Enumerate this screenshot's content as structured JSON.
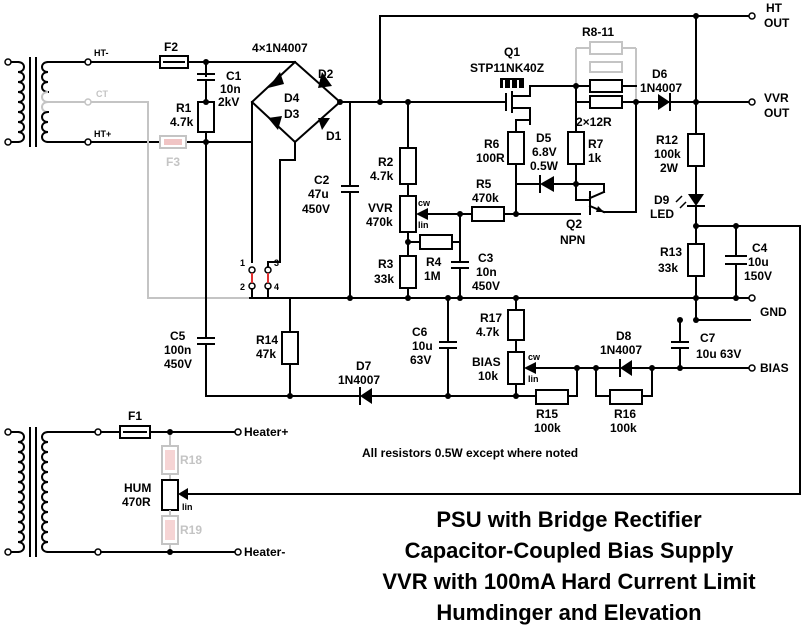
{
  "title_lines": [
    "PSU with Bridge Rectifier",
    "Capacitor-Coupled Bias Supply",
    "VVR with 100mA Hard Current Limit",
    "Humdinger and Elevation"
  ],
  "note": "All resistors 0.5W except where noted",
  "labels": {
    "ht_out": [
      "HT",
      "OUT"
    ],
    "vvr_out": [
      "VVR",
      "OUT"
    ],
    "gnd": "GND",
    "bias_out": "BIAS",
    "heater_plus": "Heater+",
    "heater_minus": "Heater-",
    "ht_minus": "HT-",
    "ht_plus": "HT+",
    "ct": "CT",
    "f2": "F2",
    "f3": "F3",
    "f1": "F1",
    "c1": [
      "C1",
      "10n",
      "2kV"
    ],
    "r1": [
      "R1",
      "4.7k"
    ],
    "bridge": "4×1N4007",
    "d1": "D1",
    "d2": "D2",
    "d3": "D3",
    "d4": "D4",
    "c2": [
      "C2",
      "47u",
      "450V"
    ],
    "r2": [
      "R2",
      "4.7k"
    ],
    "vvr_pot": [
      "VVR",
      "470k"
    ],
    "cw": "cw",
    "lin": "lin",
    "r3": [
      "R3",
      "33k"
    ],
    "r4": [
      "R4",
      "1M"
    ],
    "c3": [
      "C3",
      "10n",
      "450V"
    ],
    "r5": [
      "R5",
      "470k"
    ],
    "q1": [
      "Q1",
      "STP11NK40Z"
    ],
    "r6": [
      "R6",
      "100R"
    ],
    "d5": [
      "D5",
      "6.8V",
      "0.5W"
    ],
    "r7": [
      "R7",
      "1k"
    ],
    "q2": [
      "Q2",
      "NPN"
    ],
    "r8_11": "R8-11",
    "two_x_12r": "2×12R",
    "d6": [
      "D6",
      "1N4007"
    ],
    "r12": [
      "R12",
      "100k",
      "2W"
    ],
    "d9": [
      "D9",
      "LED"
    ],
    "r13": [
      "R13",
      "33k"
    ],
    "c4": [
      "C4",
      "10u",
      "150V"
    ],
    "link_nums": [
      "1",
      "2",
      "3",
      "4"
    ],
    "c5": [
      "C5",
      "100n",
      "450V"
    ],
    "r14": [
      "R14",
      "47k"
    ],
    "d7": [
      "D7",
      "1N4007"
    ],
    "c6": [
      "C6",
      "10u",
      "63V"
    ],
    "r17": [
      "R17",
      "4.7k"
    ],
    "bias_pot": [
      "BIAS",
      "10k"
    ],
    "d8": [
      "D8",
      "1N4007"
    ],
    "c7": [
      "C7",
      "10u 63V"
    ],
    "r15": [
      "R15",
      "100k"
    ],
    "r16": [
      "R16",
      "100k"
    ],
    "r18": "R18",
    "r19": "R19",
    "hum": [
      "HUM",
      "470R"
    ]
  },
  "colors": {
    "ink": "#000000",
    "grey": "#c4c4c4",
    "link": "#e03030"
  }
}
